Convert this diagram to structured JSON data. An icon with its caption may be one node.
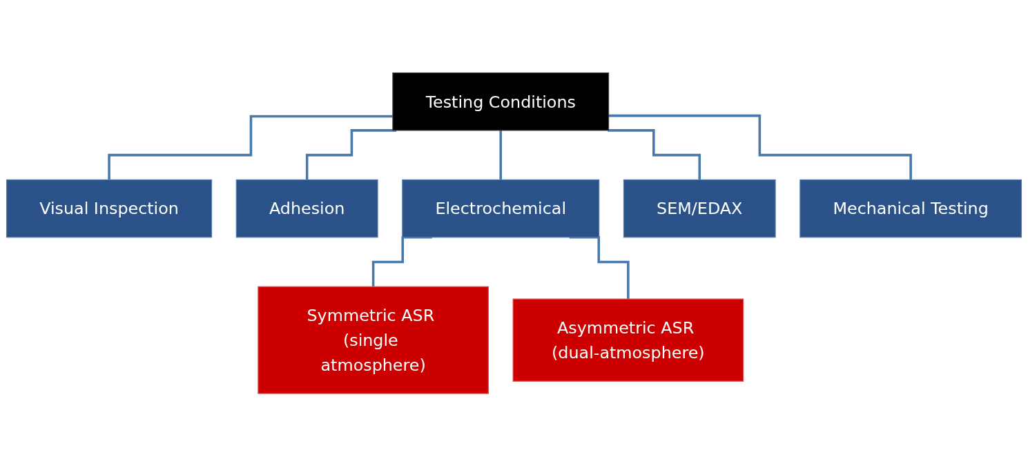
{
  "diagram": {
    "nodes": [
      {
        "text": [
          "Testing Conditions"
        ]
      },
      {
        "text": [
          "Visual Inspection"
        ]
      },
      {
        "text": [
          "Adhesion"
        ]
      },
      {
        "text": [
          "Electrochemical"
        ]
      },
      {
        "text": [
          "SEM/EDAX"
        ]
      },
      {
        "text": [
          "Mechanical Testing"
        ]
      },
      {
        "text": [
          "Symmetric ASR (single atmosphere)"
        ]
      },
      {
        "text": [
          "Asymmetric ASR (dual-atmosphere)"
        ]
      }
    ],
    "edges": [
      {
        "from": 0,
        "to": 1,
        "arrow": "none"
      },
      {
        "from": 0,
        "to": 2,
        "arrow": "none"
      },
      {
        "from": 0,
        "to": 3,
        "arrow": "none"
      },
      {
        "from": 0,
        "to": 4,
        "arrow": "none"
      },
      {
        "from": 0,
        "to": 5,
        "arrow": "none"
      },
      {
        "from": 3,
        "to": 6,
        "arrow": "none"
      },
      {
        "from": 3,
        "to": 7,
        "arrow": "none"
      }
    ]
  }
}
